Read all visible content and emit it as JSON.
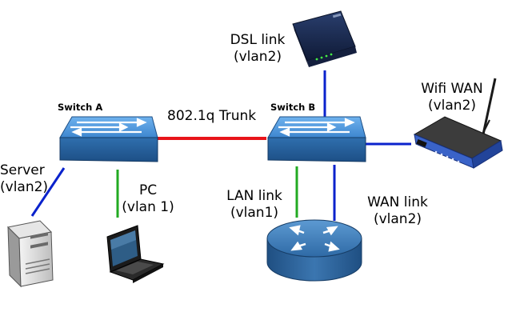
{
  "switches": {
    "a": {
      "label": "Switch A"
    },
    "b": {
      "label": "Switch B"
    }
  },
  "trunk": {
    "label": "802.1q Trunk",
    "color": "#e8141a"
  },
  "dsl": {
    "line1": "DSL link",
    "line2": "(vlan2)"
  },
  "wifi": {
    "line1": "Wifi WAN",
    "line2": "(vlan2)"
  },
  "server": {
    "line1": "Server",
    "line2": "(vlan2)"
  },
  "pc": {
    "line1": "PC",
    "line2": "(vlan 1)"
  },
  "lan_link": {
    "line1": "LAN link",
    "line2": "(vlan1)"
  },
  "wan_link": {
    "line1": "WAN link",
    "line2": "(vlan2)"
  },
  "colors": {
    "vlan1_link": "#22aa22",
    "vlan2_link": "#0a22cc",
    "switch_body": "#3f8ad0",
    "router_body": "#3a7ab8"
  }
}
